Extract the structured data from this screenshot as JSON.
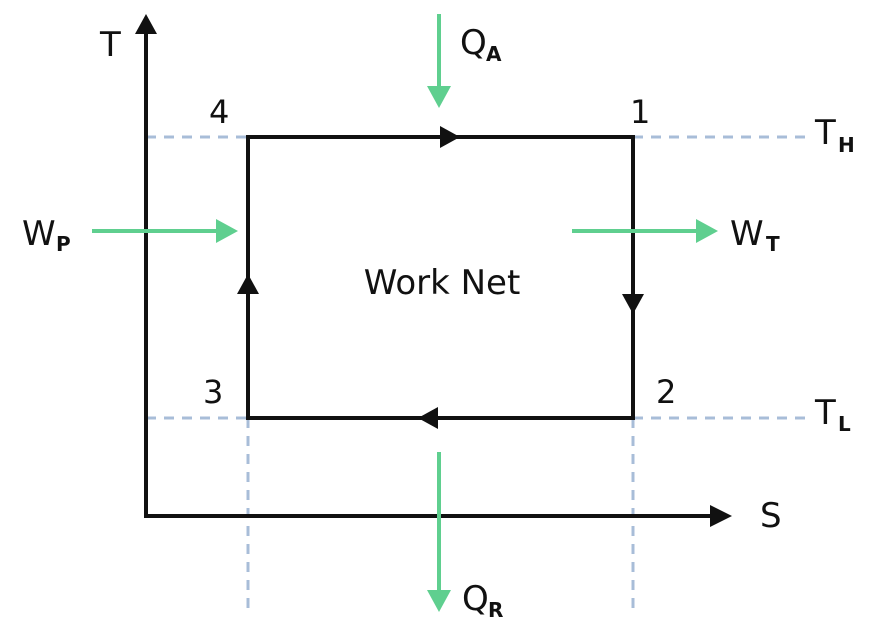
{
  "colors": {
    "line": "#111111",
    "green": "#5fcf8f",
    "dash": "#a8bdd8"
  },
  "axes": {
    "y_label": "T",
    "x_label": "S"
  },
  "states": {
    "s1": "1",
    "s2": "2",
    "s3": "3",
    "s4": "4"
  },
  "temps": {
    "high": {
      "main": "T",
      "sub": "H"
    },
    "low": {
      "main": "T",
      "sub": "L"
    }
  },
  "flows": {
    "heat_added": {
      "main": "Q",
      "sub": "A"
    },
    "heat_rejected": {
      "main": "Q",
      "sub": "R"
    },
    "pump_work": {
      "main": "W",
      "sub": "P"
    },
    "turbine_work": {
      "main": "W",
      "sub": "T"
    }
  },
  "center_label": "Work Net"
}
